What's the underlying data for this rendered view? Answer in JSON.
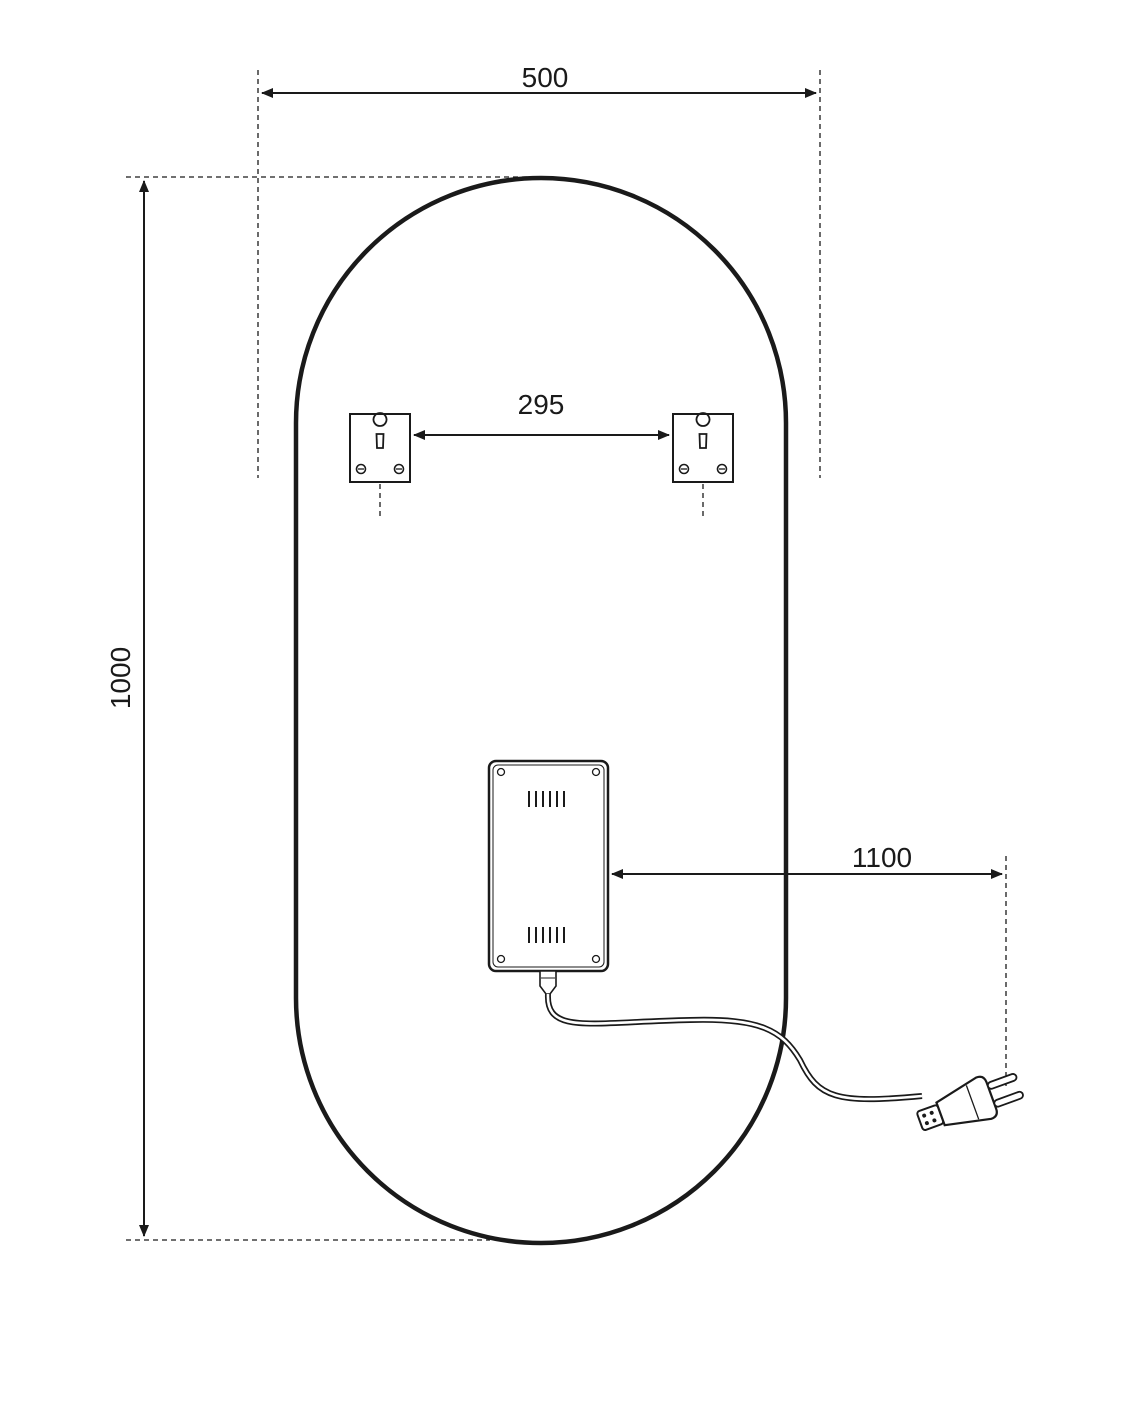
{
  "drawing": {
    "width_label": "500",
    "height_label": "1000",
    "bracket_spacing_label": "295",
    "cable_length_label": "1100"
  },
  "colors": {
    "line": "#1a1a1a",
    "background": "#ffffff"
  }
}
